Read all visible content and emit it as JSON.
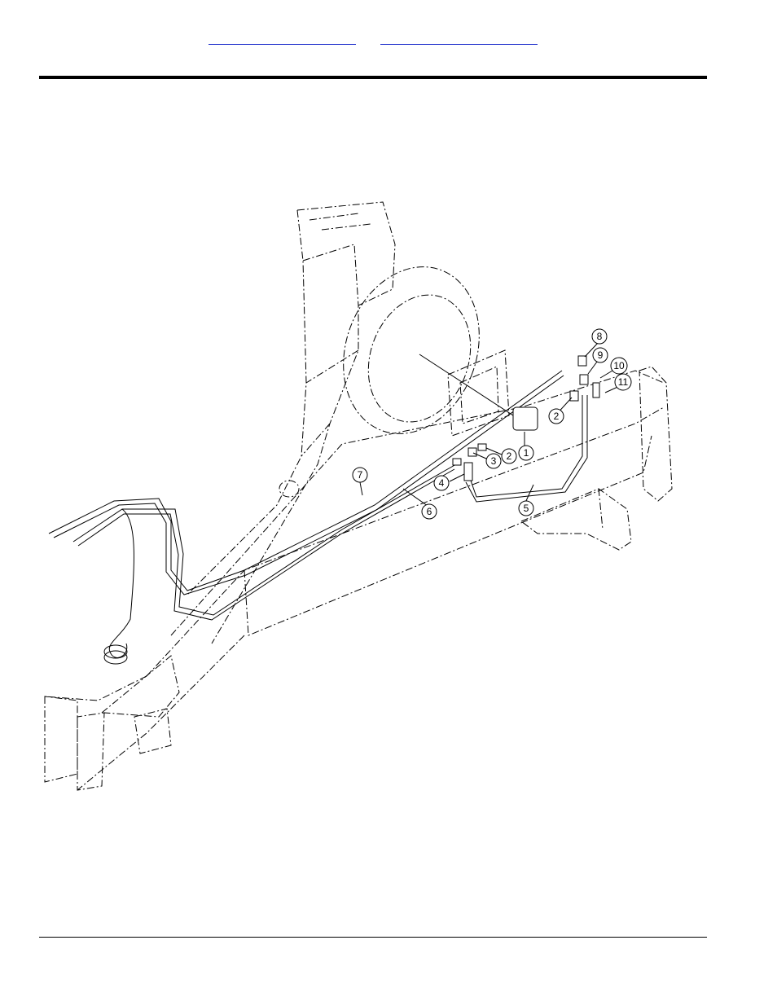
{
  "header": {
    "link_1": "",
    "link_2": ""
  },
  "callouts": [
    {
      "id": "1",
      "label": "1"
    },
    {
      "id": "2a",
      "label": "2"
    },
    {
      "id": "2b",
      "label": "2"
    },
    {
      "id": "3",
      "label": "3"
    },
    {
      "id": "4",
      "label": "4"
    },
    {
      "id": "5",
      "label": "5"
    },
    {
      "id": "6",
      "label": "6"
    },
    {
      "id": "7",
      "label": "7"
    },
    {
      "id": "8",
      "label": "8"
    },
    {
      "id": "9",
      "label": "9"
    },
    {
      "id": "10",
      "label": "10"
    },
    {
      "id": "11",
      "label": "11"
    }
  ]
}
